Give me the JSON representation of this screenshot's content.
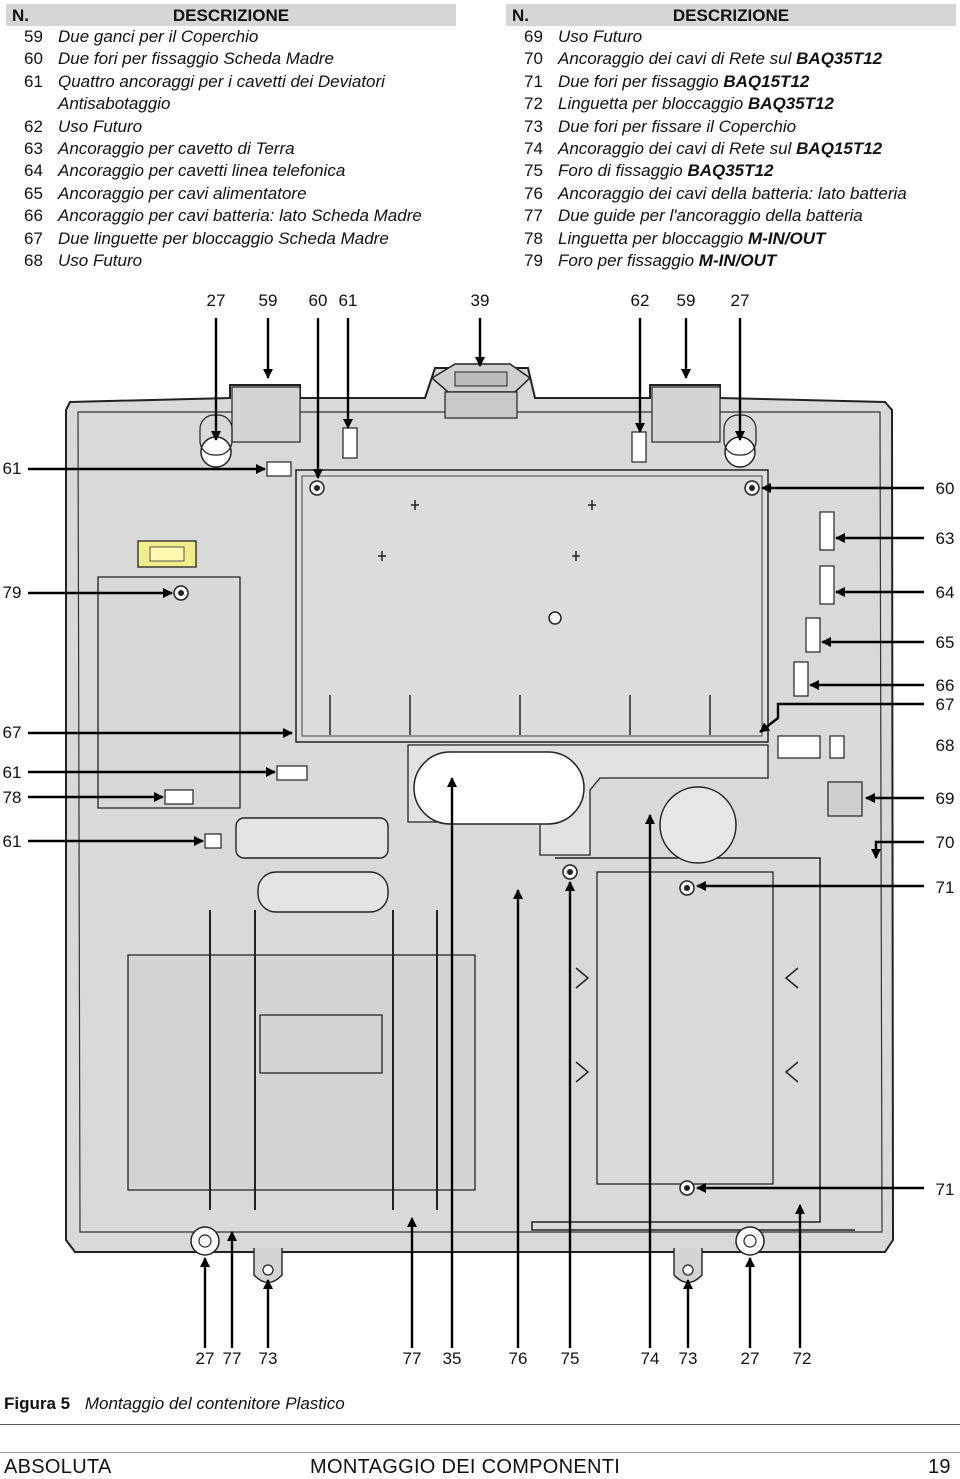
{
  "left_table": {
    "header_n": "N.",
    "header_desc": "DESCRIZIONE",
    "rows": [
      {
        "num": "59",
        "text": "Due ganci per il Coperchio",
        "bold": ""
      },
      {
        "num": "60",
        "text": "Due fori per fissaggio Scheda Madre",
        "bold": ""
      },
      {
        "num": "61",
        "text": "Quattro ancoraggi per i cavetti dei Deviatori",
        "bold": ""
      },
      {
        "num": "",
        "text": "Antisabotaggio",
        "bold": ""
      },
      {
        "num": "62",
        "text": "Uso Futuro",
        "bold": ""
      },
      {
        "num": "63",
        "text": "Ancoraggio per cavetto di Terra",
        "bold": ""
      },
      {
        "num": "64",
        "text": "Ancoraggio per cavetti linea telefonica",
        "bold": ""
      },
      {
        "num": "65",
        "text": "Ancoraggio per cavi alimentatore",
        "bold": ""
      },
      {
        "num": "66",
        "text": "Ancoraggio per cavi batteria: lato Scheda Madre",
        "bold": ""
      },
      {
        "num": "67",
        "text": "Due linguette per bloccaggio Scheda Madre",
        "bold": ""
      },
      {
        "num": "68",
        "text": "Uso Futuro",
        "bold": ""
      }
    ]
  },
  "right_table": {
    "header_n": "N.",
    "header_desc": "DESCRIZIONE",
    "rows": [
      {
        "num": "69",
        "text": "Uso Futuro",
        "bold": ""
      },
      {
        "num": "70",
        "text": "Ancoraggio dei cavi di Rete sul ",
        "bold": "BAQ35T12"
      },
      {
        "num": "71",
        "text": "Due fori per fissaggio ",
        "bold": "BAQ15T12"
      },
      {
        "num": "72",
        "text": "Linguetta per bloccaggio ",
        "bold": "BAQ35T12"
      },
      {
        "num": "73",
        "text": "Due fori per fissare il Coperchio",
        "bold": ""
      },
      {
        "num": "74",
        "text": "Ancoraggio dei cavi di Rete sul ",
        "bold": "BAQ15T12"
      },
      {
        "num": "75",
        "text": "Foro di fissaggio ",
        "bold": "BAQ35T12"
      },
      {
        "num": "76",
        "text": "Ancoraggio dei cavi della batteria: lato batteria",
        "bold": ""
      },
      {
        "num": "77",
        "text": "Due guide per l'ancoraggio della batteria",
        "bold": ""
      },
      {
        "num": "78",
        "text": "Linguetta per bloccaggio ",
        "bold": "M-IN/OUT"
      },
      {
        "num": "79",
        "text": "Foro per fissaggio ",
        "bold": "M-IN/OUT"
      }
    ]
  },
  "labels": {
    "top": [
      "27",
      "59",
      "60",
      "61",
      "39",
      "62",
      "59",
      "27"
    ],
    "left": [
      "61",
      "79",
      "67",
      "61",
      "78",
      "61"
    ],
    "right": [
      "60",
      "63",
      "64",
      "65",
      "66",
      "67",
      "68",
      "69",
      "70",
      "71",
      "71"
    ],
    "bottom": [
      "27",
      "77",
      "73",
      "77",
      "35",
      "76",
      "75",
      "74",
      "73",
      "27",
      "72"
    ]
  },
  "caption": {
    "figure": "Figura 5",
    "text": "Montaggio del contenitore Plastico"
  },
  "footer": {
    "left": "ABSOLUTA",
    "center": "MONTAGGIO DEI COMPONENTI",
    "page": "19"
  }
}
